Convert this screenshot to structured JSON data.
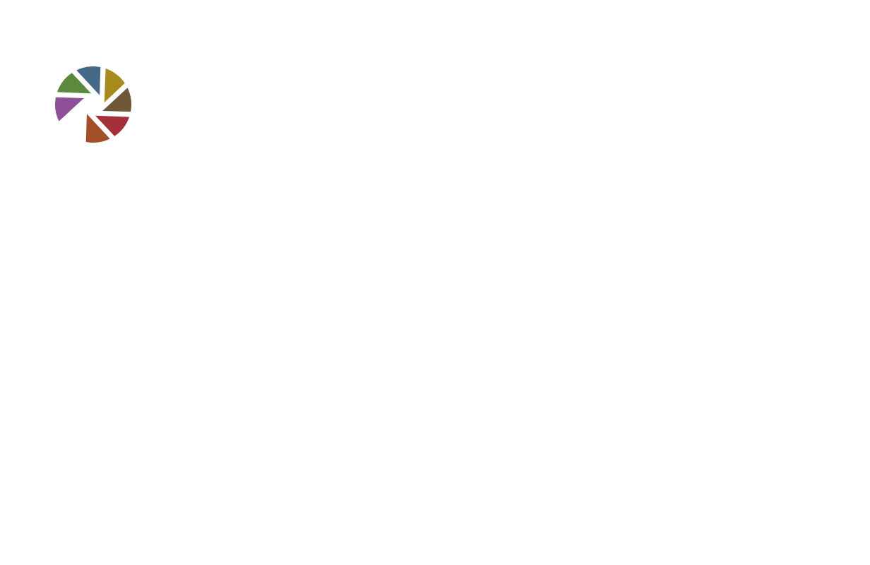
{
  "logo": {
    "icon": "aperture-logo-icon",
    "segments": [
      {
        "name": "purple",
        "color": "#8e4e98"
      },
      {
        "name": "green",
        "color": "#5b8a3c"
      },
      {
        "name": "blue",
        "color": "#46698a"
      },
      {
        "name": "gold",
        "color": "#a88a1e"
      },
      {
        "name": "brown",
        "color": "#6e5636"
      },
      {
        "name": "red",
        "color": "#a3303a"
      },
      {
        "name": "orange",
        "color": "#a2502a"
      }
    ]
  }
}
